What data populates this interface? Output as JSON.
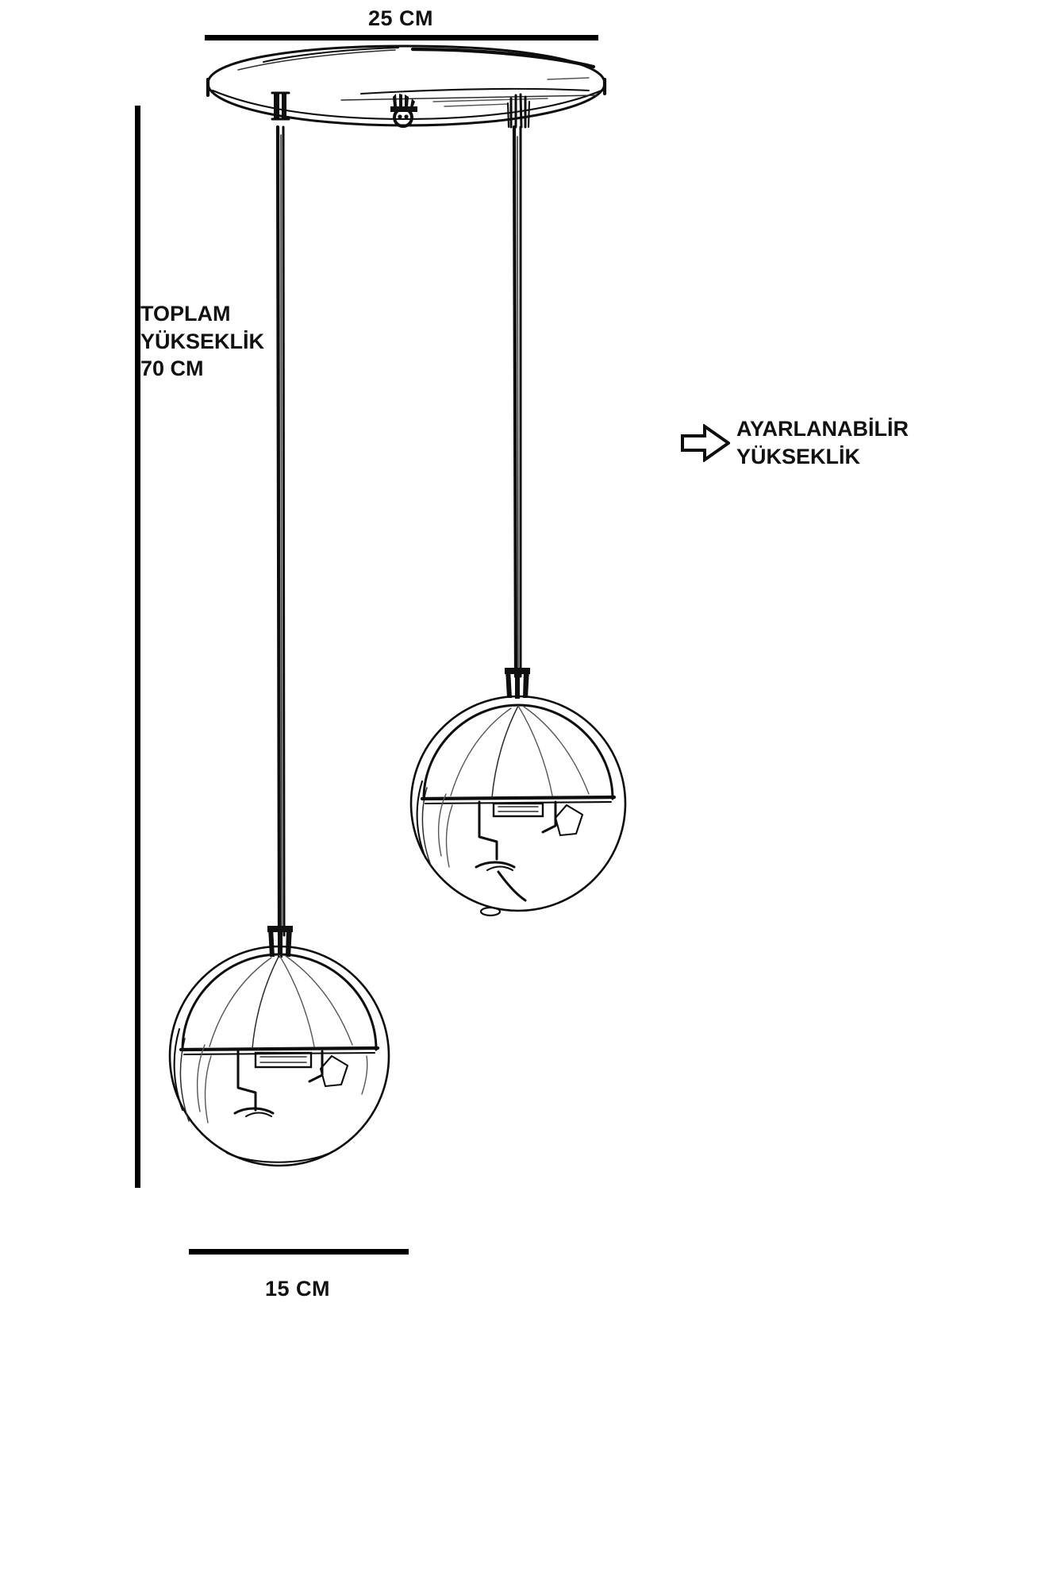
{
  "drawing": {
    "title": "Pendant lamp dimension drawing",
    "subject": "two-globe adjustable pendant lamp",
    "style": "hand-drawn technical line sketch",
    "ink_color": "#0d0d0d",
    "background_color": "#ffffff"
  },
  "dimensions": {
    "top": {
      "label": "25 CM",
      "measures": "ceiling canopy diameter"
    },
    "bottom": {
      "label": "15 CM",
      "measures": "glass globe diameter"
    },
    "left": {
      "line1": "TOPLAM",
      "line2": "YÜKSEKLİK",
      "line3": "70 CM",
      "measures": "total fixture height"
    }
  },
  "annotations": {
    "adjustable": {
      "icon": "arrow-right-icon",
      "line1": "AYARLANABİLİR",
      "line2": "YÜKSEKLİK",
      "points_to": "suspension cable"
    }
  },
  "parts": {
    "canopy": "ceiling-plate",
    "screw": "canopy-screw",
    "cable_left": "suspension-cable-long",
    "cable_right": "suspension-cable-short",
    "globe_lower": "glass-globe-lower",
    "globe_upper": "glass-globe-upper",
    "shade": "dome-shade"
  }
}
